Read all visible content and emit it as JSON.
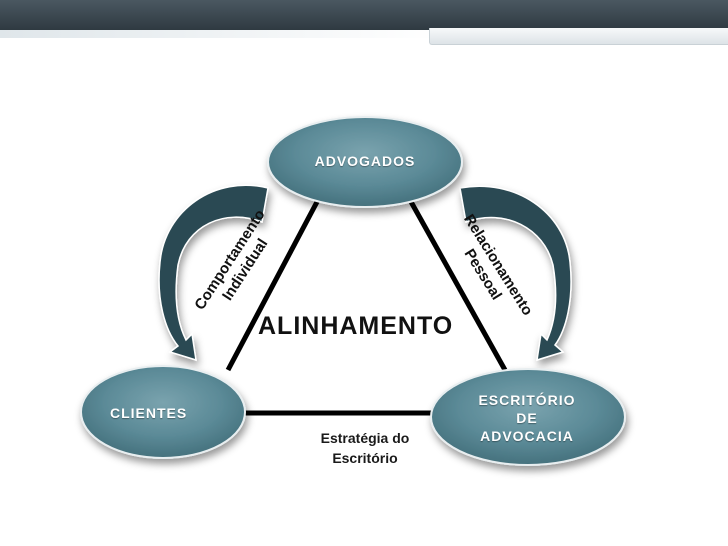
{
  "diagram": {
    "nodes": {
      "top": "ADVOGADOS",
      "left": "CLIENTES",
      "right_line1": "ESCRITÓRIO",
      "right_line2": "DE",
      "right_line3": "ADVOCACIA"
    },
    "center_title": "ALINHAMENTO",
    "edges": {
      "left_line1": "Comportamento",
      "left_line2": "Individual",
      "right_line1": "Relacionamento",
      "right_line2": "Pessoal",
      "bottom_line1": "Estratégia do",
      "bottom_line2": "Escritório"
    },
    "colors": {
      "node_fill": "#5b8a97",
      "arrow_fill": "#2c4a52",
      "header_bar": "#3a464d"
    }
  }
}
